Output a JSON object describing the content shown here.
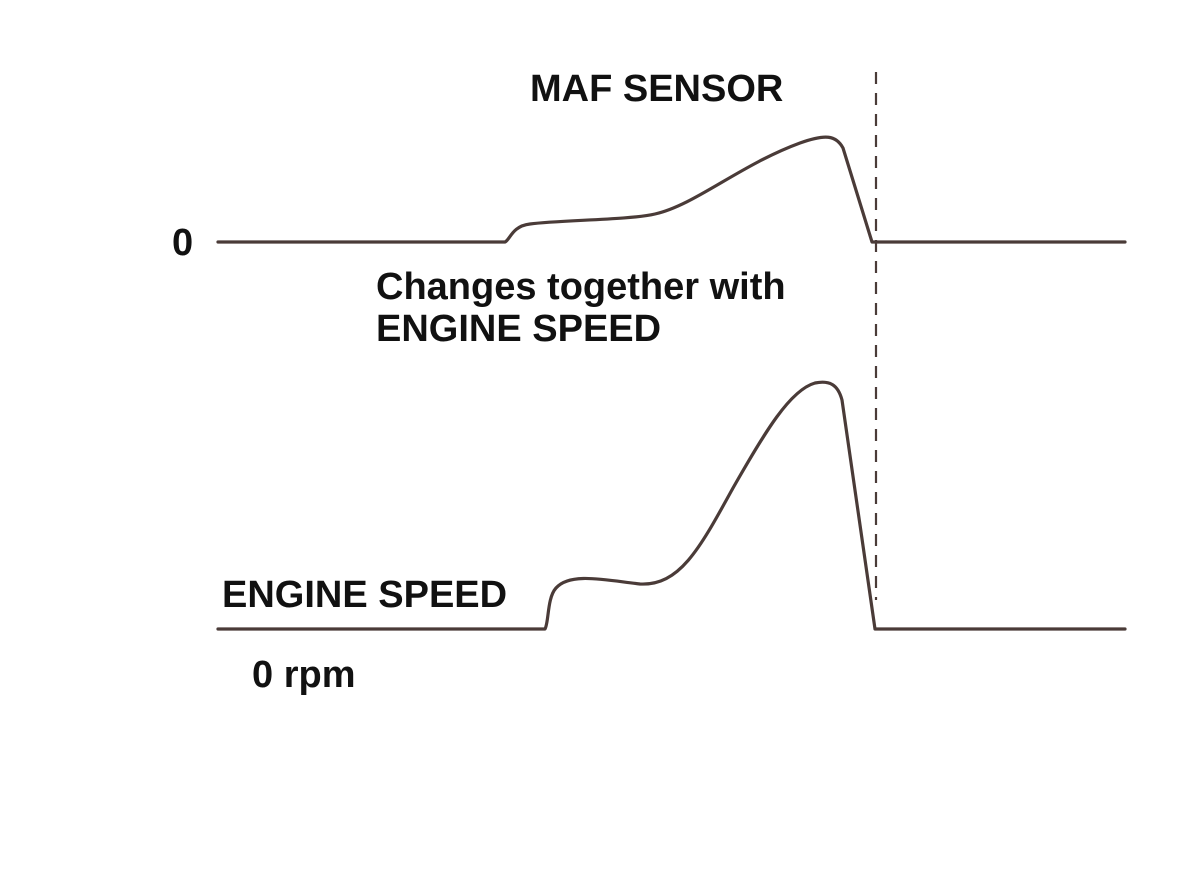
{
  "labels": {
    "maf_sensor": "MAF SENSOR",
    "maf_zero": "0",
    "note_line_1": "Changes together with",
    "note_line_2": "ENGINE SPEED",
    "engine_speed": "ENGINE SPEED",
    "engine_zero": "0 rpm"
  },
  "colors": {
    "trace": "#4a3b38",
    "text": "#111111",
    "background": "#ffffff"
  }
}
